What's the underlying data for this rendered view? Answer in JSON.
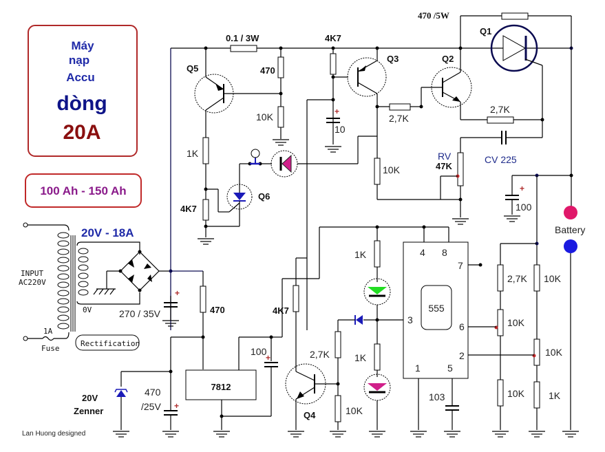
{
  "title_box": {
    "line1": "Máy",
    "line2": "nạp",
    "line3": "Accu",
    "line4": "dòng",
    "line5": "20A",
    "colors": {
      "blue": "#1f2aa8",
      "navy": "#0e1488",
      "darkred": "#8a0f0f",
      "border": "#b02828"
    }
  },
  "capacity_box": {
    "text": "100 Ah - 150 Ah",
    "color": "#8a1a8a"
  },
  "credit": "Lan Huong designed",
  "transformer": {
    "input_label_1": "INPUT",
    "input_label_2": "AC220V",
    "fuse_rating": "1A",
    "fuse_label": "Fuse",
    "secondary_rating": "20V - 18A",
    "zero_v": "0V",
    "rectification_label": "Rectification"
  },
  "components": {
    "c_filter": "270 / 35V",
    "r_shunt": "0.1 / 3W",
    "q5": "Q5",
    "r_q5_top": "470",
    "r_q5_bot": "10K",
    "r_1k_left": "1K",
    "r_4k7_left": "4K7",
    "q6": "Q6",
    "r_4k7_top": "4K7",
    "c_10": "10",
    "q3": "Q3",
    "q2": "Q2",
    "q1": "Q1",
    "r_470_5w": "470 /5W",
    "r_q3_q2": "2,7K",
    "r_q2_e": "2,7K",
    "r_10k_q3": "10K",
    "rv_label": "RV",
    "rv_value": "47K",
    "cv": "CV  225",
    "c_100_right": "100",
    "battery": "Battery",
    "r_470_reg": "470",
    "zener_value": "20V",
    "zener_label": "Zenner",
    "c_470_25v_1": "470",
    "c_470_25v_2": "/25V",
    "regulator": "7812",
    "c_100_reg": "100",
    "r_4k7_q4": "4K7",
    "q4": "Q4",
    "r_2k7_q4": "2,7K",
    "r_10k_q4": "10K",
    "r_1k_led_top": "1K",
    "r_1k_led_bot": "1K",
    "ic": "555",
    "pin4": "4",
    "pin8": "8",
    "pin7": "7",
    "pin3": "3",
    "pin6": "6",
    "pin2": "2",
    "pin1": "1",
    "pin5": "5",
    "c_103": "103",
    "r_div_2k7": "2,7K",
    "r_div_10k_a": "10K",
    "r_div_pot_a": "10K",
    "r_div_10k_b": "10K",
    "r_div_pot_b": "10K",
    "r_div_1k": "1K"
  },
  "led_colors": {
    "green": "#22dd22",
    "magenta": "#d0208a",
    "led_indicator": "#d0208a",
    "battery_pos": "#e0186a",
    "battery_neg": "#1a1ae0",
    "q6_diode": "#1a1ab8",
    "zener": "#1a1ab8"
  }
}
